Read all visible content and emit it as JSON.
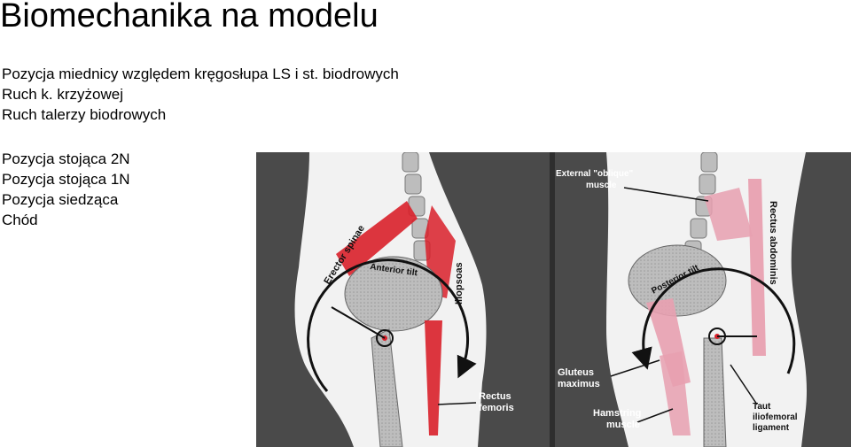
{
  "slide": {
    "title": "Biomechanika na modelu",
    "intro_lines": [
      "Pozycja miednicy względem kręgosłupa LS i st. biodrowych",
      "Ruch k. krzyżowej",
      "Ruch talerzy biodrowych"
    ],
    "position_lines": [
      "Pozycja stojąca 2N",
      "Pozycja stojąca 1N",
      "Pozycja siedząca",
      "Chód"
    ]
  },
  "figure": {
    "left_panel": {
      "labels": {
        "erector": "Erector spinae",
        "tilt": "Anterior tilt",
        "iliopsoas": "Iliopsoas",
        "rectus_femoris_1": "Rectus",
        "rectus_femoris_2": "femoris"
      }
    },
    "right_panel": {
      "labels": {
        "oblique_1": "External \"oblique\"",
        "oblique_2": "muscle",
        "rectus_abd": "Rectus abdominis",
        "tilt": "Posterior tilt",
        "gluteus_1": "Gluteus",
        "gluteus_2": "maximus",
        "hamstring_1": "Hamstring",
        "hamstring_2": "muscle",
        "taut_1": "Taut",
        "taut_2": "iliofemoral",
        "taut_3": "ligament"
      }
    },
    "colors": {
      "muscle_red": "#d9202a",
      "muscle_pink": "#e8a0b0",
      "dark_bg": "#4a4a4a",
      "body_white": "#f2f2f2"
    }
  }
}
